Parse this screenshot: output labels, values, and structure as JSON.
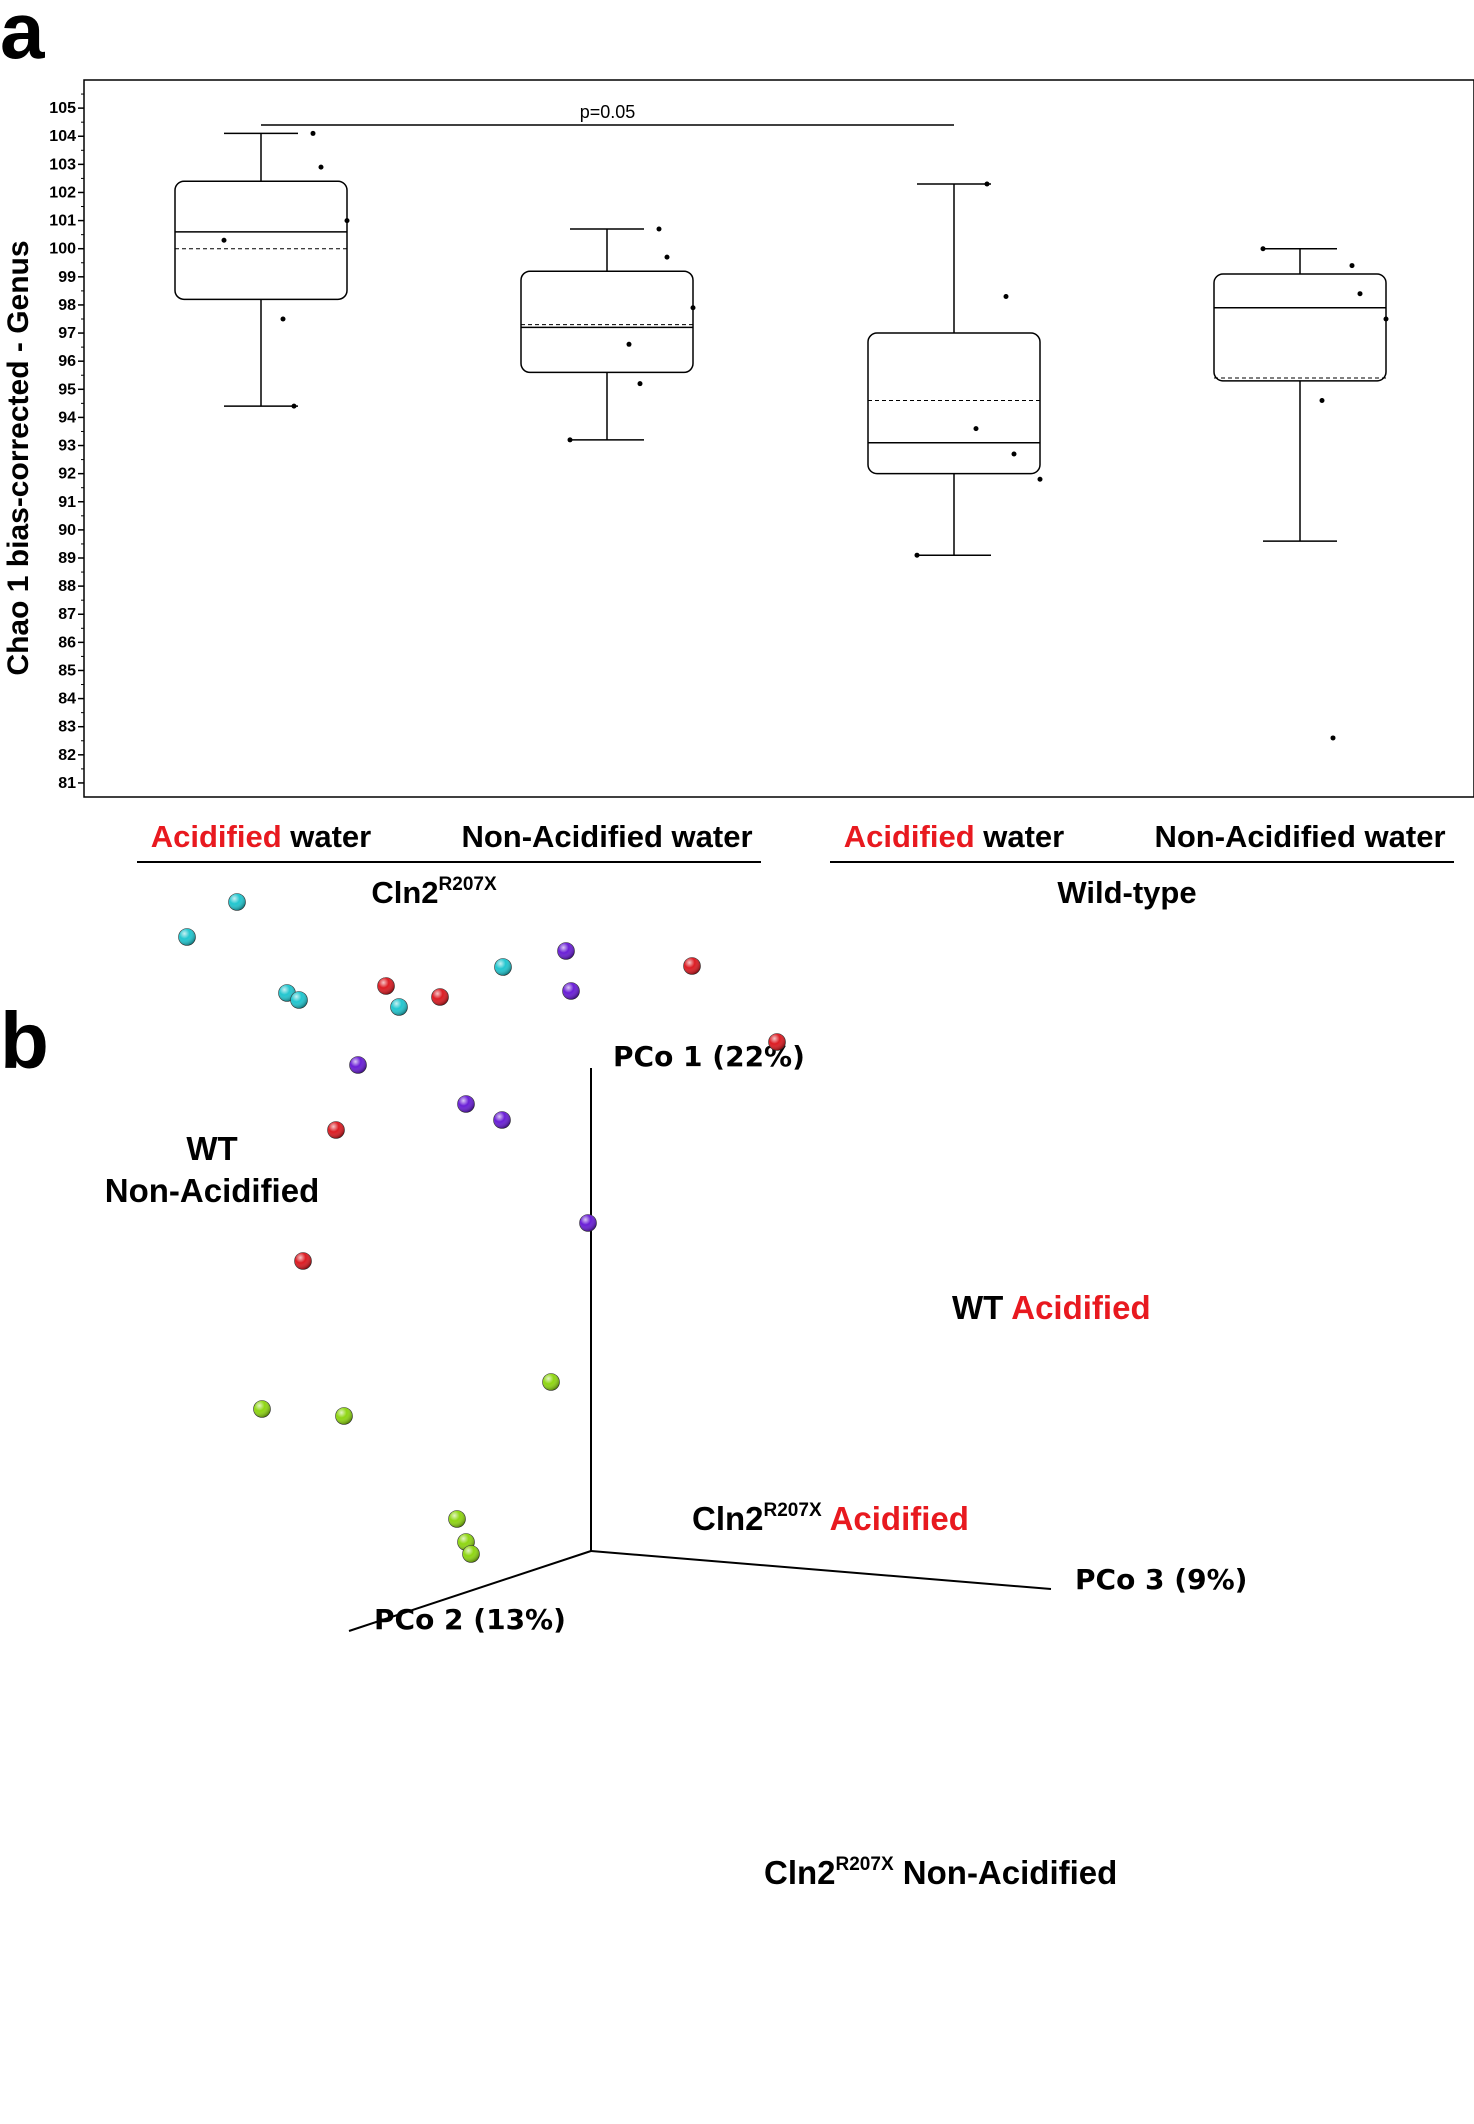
{
  "panel_a": {
    "letter": "a",
    "chart_data": {
      "type": "box",
      "ylabel": "Chao 1 bias-corrected - Genus",
      "ylim": [
        80.5,
        106
      ],
      "yticks": [
        81,
        82,
        83,
        84,
        85,
        86,
        87,
        88,
        89,
        90,
        91,
        92,
        93,
        94,
        95,
        96,
        97,
        98,
        99,
        100,
        101,
        102,
        103,
        104,
        105
      ],
      "annotation": "p=0.05",
      "significance_between": [
        0,
        2
      ],
      "groups": [
        {
          "name": "Cln2",
          "superscript": "R207X"
        },
        {
          "name": "Wild-type",
          "superscript": ""
        }
      ],
      "boxes": [
        {
          "group": 0,
          "label_highlight": "Acidified",
          "label_rest": " water",
          "whisker_low": 94.4,
          "q1": 98.2,
          "median": 100.6,
          "mean": 100.0,
          "q3": 102.4,
          "whisker_high": 104.1,
          "points": [
            100.3,
            104.1,
            102.9,
            101.0,
            97.5,
            94.4
          ]
        },
        {
          "group": 0,
          "label_highlight": "",
          "label_rest": "Non-Acidified water",
          "whisker_low": 93.2,
          "q1": 95.6,
          "median": 97.2,
          "mean": 97.3,
          "q3": 99.2,
          "whisker_high": 100.7,
          "points": [
            93.2,
            100.7,
            99.7,
            97.9,
            96.6,
            95.2
          ]
        },
        {
          "group": 1,
          "label_highlight": "Acidified",
          "label_rest": " water",
          "whisker_low": 89.1,
          "q1": 92.0,
          "median": 93.1,
          "mean": 94.6,
          "q3": 97.0,
          "whisker_high": 102.3,
          "points": [
            89.1,
            98.3,
            92.7,
            91.8,
            93.6,
            102.3
          ]
        },
        {
          "group": 1,
          "label_highlight": "",
          "label_rest": "Non-Acidified water",
          "whisker_low": 89.6,
          "q1": 95.3,
          "median": 97.9,
          "mean": 95.4,
          "q3": 99.1,
          "whisker_high": 100.0,
          "points": [
            100.0,
            99.4,
            98.4,
            97.5,
            94.6,
            82.6
          ]
        }
      ],
      "highlight_color": "#e8191f"
    }
  },
  "panel_b": {
    "letter": "b",
    "chart_data": {
      "type": "scatter3d",
      "axes": [
        {
          "name": "PCo 1 (22%)"
        },
        {
          "name": "PCo 2 (13%)"
        },
        {
          "name": "PCo 3 (9%)"
        }
      ],
      "series": [
        {
          "name": "WT Non-Acidified",
          "color": "#22c6cf",
          "points": [
            [
              237,
              902
            ],
            [
              187,
              937
            ],
            [
              287,
              993
            ],
            [
              299,
              1000
            ],
            [
              399,
              1007
            ],
            [
              503,
              967
            ]
          ]
        },
        {
          "name": "WT Acidified",
          "color": "#dc1c23",
          "points": [
            [
              386,
              986
            ],
            [
              440,
              997
            ],
            [
              692,
              966
            ],
            [
              777,
              1042
            ],
            [
              336,
              1130
            ],
            [
              303,
              1261
            ]
          ]
        },
        {
          "name": "Cln2 Acidified",
          "color": "#6a1fd6",
          "points": [
            [
              566,
              951
            ],
            [
              571,
              991
            ],
            [
              358,
              1065
            ],
            [
              466,
              1104
            ],
            [
              502,
              1120
            ],
            [
              588,
              1223
            ]
          ]
        },
        {
          "name": "Cln2 Non-Acidified",
          "color": "#8fd613",
          "points": [
            [
              551,
              1382
            ],
            [
              262,
              1409
            ],
            [
              344,
              1416
            ],
            [
              457,
              1519
            ],
            [
              466,
              1542
            ],
            [
              471,
              1554
            ]
          ]
        }
      ],
      "point_units": "projected view coordinates (px)",
      "labels": {
        "wt_non": [
          "WT",
          "Non-Acidified"
        ],
        "wt_acid": {
          "prefix": "WT ",
          "highlight": "Acidified"
        },
        "cln2_acid": {
          "prefix": "Cln2",
          "superscript": "R207X",
          "highlight": " Acidified"
        },
        "cln2_non": {
          "prefix": "Cln2",
          "superscript": "R207X",
          "rest": " Non-Acidified"
        }
      },
      "highlight_color": "#e8191f"
    }
  }
}
